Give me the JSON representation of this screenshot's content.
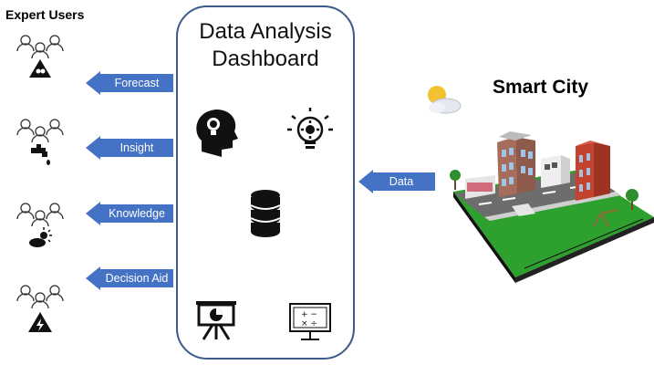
{
  "expert_users_title": "Expert Users",
  "dashboard": {
    "title_line1": "Data Analysis",
    "title_line2": "Dashboard",
    "icons": [
      "head-lightbulb-icon",
      "lightbulb-gear-icon",
      "database-icon",
      "presentation-chart-icon",
      "calculator-screen-icon"
    ]
  },
  "outputs": [
    {
      "label": "Forecast",
      "icon": "hazard-warning-icon"
    },
    {
      "label": "Insight",
      "icon": "water-tap-icon"
    },
    {
      "label": "Knowledge",
      "icon": "weather-icon"
    },
    {
      "label": "Decision Aid",
      "icon": "electric-hazard-icon"
    }
  ],
  "input_label": "Data",
  "smart_city_title": "Smart City",
  "colors": {
    "arrow": "#4472c4",
    "dashboard_border": "#3d5a8a",
    "grass": "#2ea02e"
  }
}
